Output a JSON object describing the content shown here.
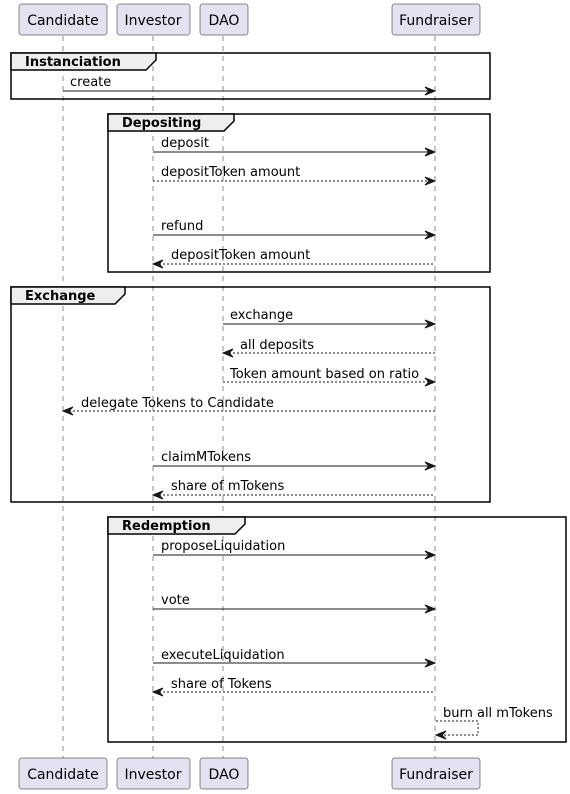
{
  "participants": [
    {
      "name": "Candidate"
    },
    {
      "name": "Investor"
    },
    {
      "name": "DAO"
    },
    {
      "name": "Fundraiser"
    }
  ],
  "groups": [
    {
      "label": "Instanciation"
    },
    {
      "label": "Depositing"
    },
    {
      "label": "Exchange"
    },
    {
      "label": "Redemption"
    }
  ],
  "messages": [
    {
      "text": "create",
      "from": "Candidate",
      "to": "Fundraiser",
      "style": "solid"
    },
    {
      "text": "deposit",
      "from": "Investor",
      "to": "Fundraiser",
      "style": "solid"
    },
    {
      "text": "depositToken amount",
      "from": "Investor",
      "to": "Fundraiser",
      "style": "dashed"
    },
    {
      "text": "refund",
      "from": "Investor",
      "to": "Fundraiser",
      "style": "solid"
    },
    {
      "text": "depositToken amount",
      "from": "Fundraiser",
      "to": "Investor",
      "style": "dashed"
    },
    {
      "text": "exchange",
      "from": "DAO",
      "to": "Fundraiser",
      "style": "solid"
    },
    {
      "text": "all deposits",
      "from": "Fundraiser",
      "to": "DAO",
      "style": "dashed"
    },
    {
      "text": "Token amount based on ratio",
      "from": "DAO",
      "to": "Fundraiser",
      "style": "dashed"
    },
    {
      "text": "delegate Tokens to Candidate",
      "from": "Fundraiser",
      "to": "Candidate",
      "style": "dashed"
    },
    {
      "text": "claimMTokens",
      "from": "Investor",
      "to": "Fundraiser",
      "style": "solid"
    },
    {
      "text": "share of mTokens",
      "from": "Fundraiser",
      "to": "Investor",
      "style": "dashed"
    },
    {
      "text": "proposeLiquidation",
      "from": "Investor",
      "to": "Fundraiser",
      "style": "solid"
    },
    {
      "text": "vote",
      "from": "Investor",
      "to": "Fundraiser",
      "style": "solid"
    },
    {
      "text": "executeLiquidation",
      "from": "Investor",
      "to": "Fundraiser",
      "style": "solid"
    },
    {
      "text": "share of Tokens",
      "from": "Fundraiser",
      "to": "Investor",
      "style": "dashed"
    },
    {
      "text": "burn all mTokens",
      "from": "Fundraiser",
      "to": "Fundraiser",
      "style": "dashed"
    }
  ]
}
